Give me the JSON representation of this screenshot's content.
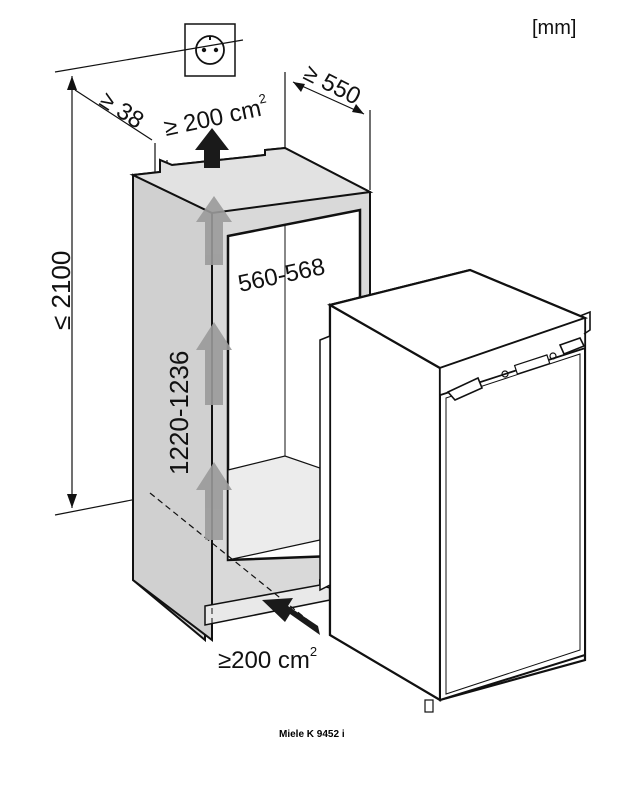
{
  "diagram": {
    "unit_label": "[mm]",
    "dimensions": {
      "height_total": "≤ 2100",
      "niche_height": "1220-1236",
      "niche_width": "560-568",
      "depth": "≥ 550",
      "gap": "≥ 38",
      "vent_top": "≥ 200 cm",
      "vent_top_sup": "2",
      "vent_bottom": "≥200 cm",
      "vent_bottom_sup": "2"
    },
    "caption": "Miele K 9452 i",
    "colors": {
      "line": "#111111",
      "cabinet_fill": "#d9d9d9",
      "arrow_dark": "#1a1a1a",
      "arrow_light": "#9a9a9a",
      "background": "#ffffff"
    },
    "icons": [
      "power-socket-icon",
      "airflow-arrow-icon"
    ]
  }
}
